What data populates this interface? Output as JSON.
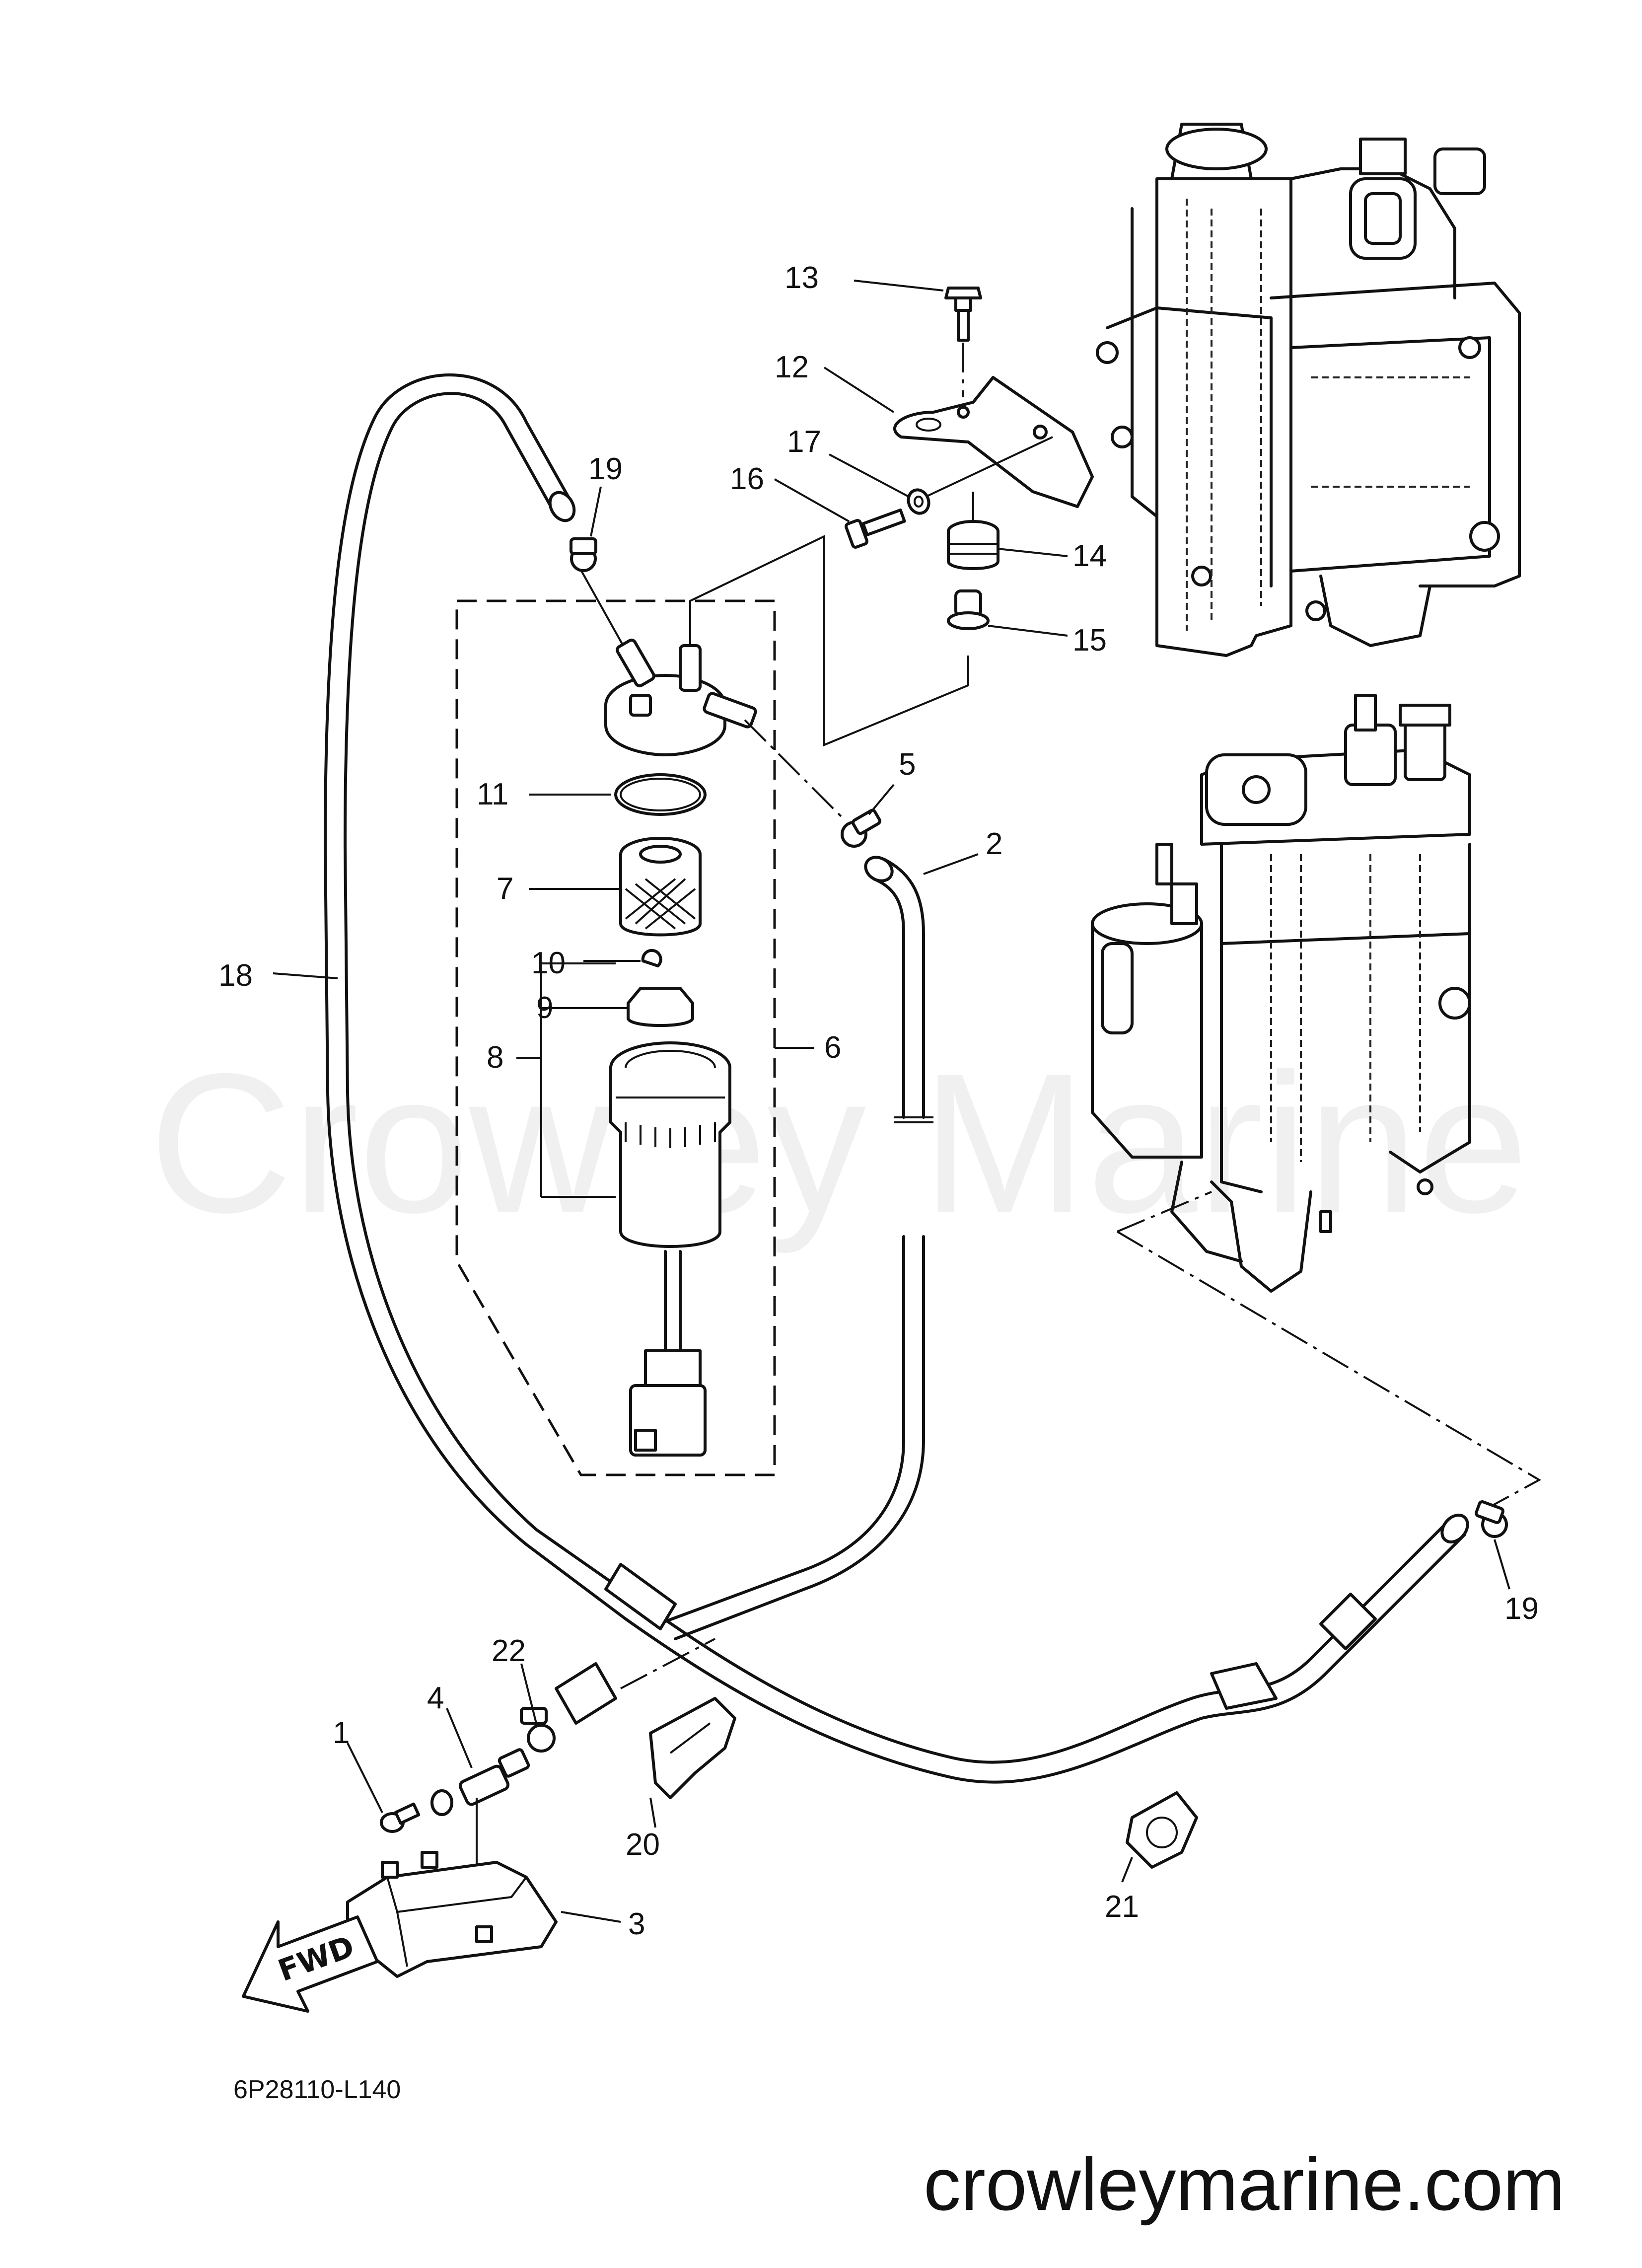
{
  "diagram": {
    "drawing_code": "6P28110-L140",
    "direction_label": "FWD",
    "watermark": "Crowley Marine",
    "website": "crowleymarine.com",
    "callouts": {
      "c1": "1",
      "c2": "2",
      "c3": "3",
      "c4": "4",
      "c5": "5",
      "c6": "6",
      "c7": "7",
      "c8": "8",
      "c9": "9",
      "c10": "10",
      "c11": "11",
      "c12": "12",
      "c13": "13",
      "c14": "14",
      "c15": "15",
      "c16": "16",
      "c17": "17",
      "c18": "18",
      "c19a": "19",
      "c19b": "19",
      "c20": "20",
      "c21": "21",
      "c22": "22"
    }
  }
}
